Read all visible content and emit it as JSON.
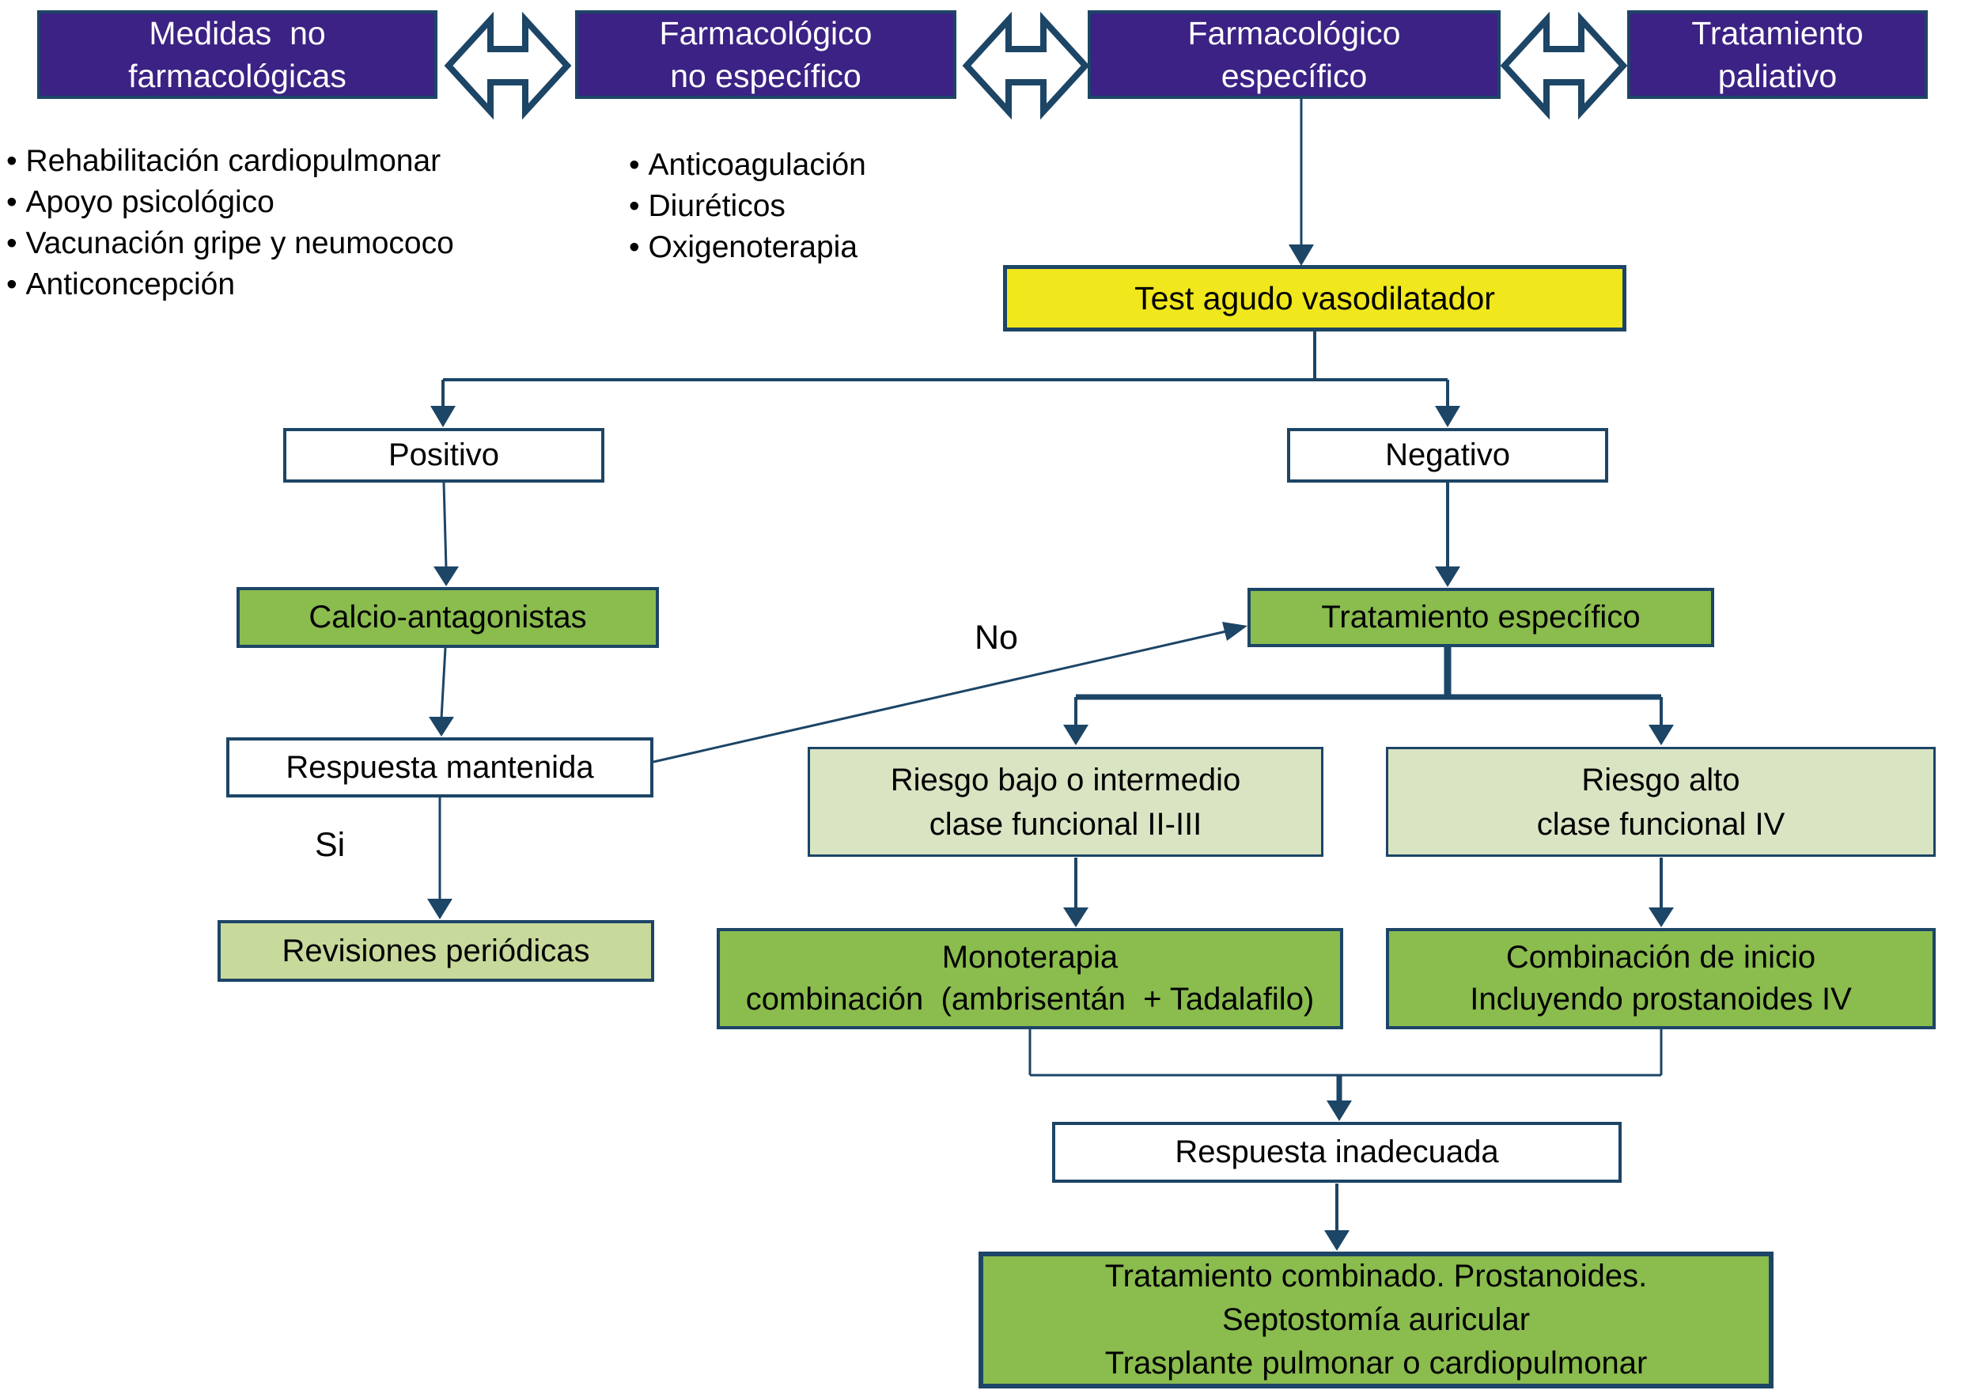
{
  "palette": {
    "purple": "#3B2284",
    "navy": "#1C4566",
    "yellow": "#F0E71C",
    "green": "#8ABC4E",
    "light_green": "#D9E4C3",
    "light_green_2": "#C8D99C",
    "white": "#ffffff"
  },
  "top_row": {
    "boxes": [
      {
        "label": "Medidas  no\nfarmacológicas"
      },
      {
        "label": "Farmacológico\nno específico"
      },
      {
        "label": "Farmacológico\nespecífico"
      },
      {
        "label": "Tratamiento\npaliativo"
      }
    ]
  },
  "lists": {
    "non_farmacologicas": [
      "Rehabilitación cardiopulmonar",
      "Apoyo psicológico",
      "Vacunación gripe y neumococo",
      "Anticoncepción"
    ],
    "no_especifico": [
      "Anticoagulación",
      "Diuréticos",
      "Oxigenoterapia"
    ]
  },
  "nodes": {
    "test": "Test agudo vasodilatador",
    "positivo": "Positivo",
    "negativo": "Negativo",
    "calcio": "Calcio-antagonistas",
    "tratamiento_especifico": "Tratamiento específico",
    "respuesta_mantenida": "Respuesta mantenida",
    "revisiones": "Revisiones periódicas",
    "riesgo_bajo": "Riesgo bajo o intermedio\nclase funcional II-III",
    "riesgo_alto": "Riesgo alto\nclase funcional IV",
    "monoterapia": "Monoterapia\ncombinación  (ambrisentán  + Tadalafilo)",
    "combinacion_inicio": "Combinación de inicio\nIncluyendo prostanoides IV",
    "respuesta_inadecuada": "Respuesta inadecuada",
    "tratamiento_final": "Tratamiento combinado. Prostanoides.\nSeptostomía auricular\nTrasplante pulmonar o cardiopulmonar"
  },
  "edge_labels": {
    "no": "No",
    "si": "Si"
  }
}
